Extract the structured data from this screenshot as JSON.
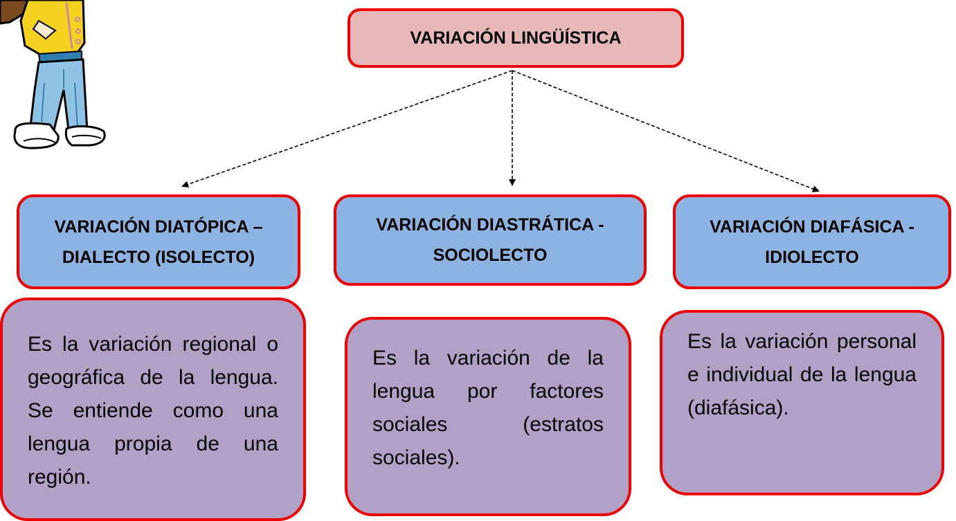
{
  "title": "VARIACIÓN LINGÜÍSTICA",
  "categories": [
    {
      "heading": "VARIACIÓN DIATÓPICA – DIALECTO (ISOLECTO)",
      "description": "Es la variación regional o geográfica de la lengua. Se entiende como una lengua propia de una región."
    },
    {
      "heading": "VARIACIÓN DIASTRÁTICA - SOCIOLECTO",
      "description": "Es la variación de la lengua por factores sociales (estratos sociales)."
    },
    {
      "heading": "VARIACIÓN DIAFÁSICA - IDIOLECTO",
      "description": "Es la variación personal e individual de la lengua (diafásica)."
    }
  ],
  "colors": {
    "title_fill": "#e6b8b7",
    "category_fill": "#8db3e2",
    "description_fill": "#b2a1c7",
    "border": "#ee0000",
    "connector": "#000000"
  },
  "connector_style": "dashed-arrow",
  "decoration": "cartoon-kid-illustration"
}
